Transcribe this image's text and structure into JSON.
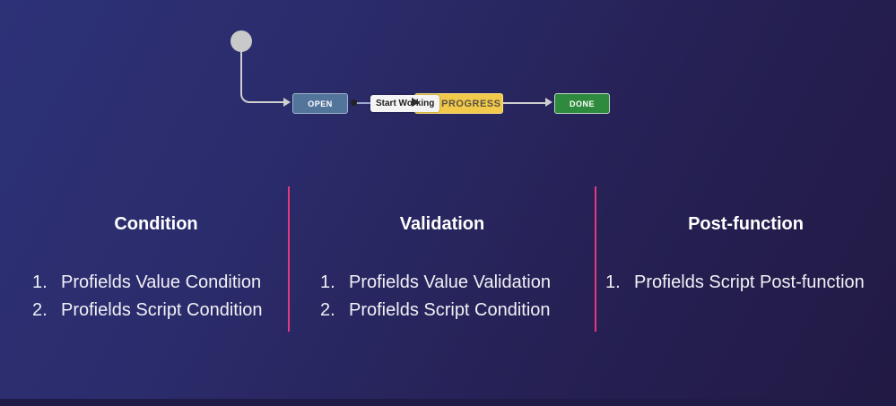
{
  "workflow": {
    "statuses": [
      {
        "label": "OPEN",
        "color": "#53749B"
      },
      {
        "label": "IN PROGRESS",
        "color": "#F2C94A"
      },
      {
        "label": "DONE",
        "color": "#2E8B3E"
      }
    ],
    "transitions": [
      {
        "label": "Start Working",
        "from": "OPEN",
        "to": "IN PROGRESS"
      }
    ]
  },
  "columns": [
    {
      "title": "Condition",
      "items": [
        {
          "num": "1.",
          "label": "Profields Value Condition"
        },
        {
          "num": "2.",
          "label": "Profields Script Condition"
        }
      ]
    },
    {
      "title": "Validation",
      "items": [
        {
          "num": "1.",
          "label": "Profields Value Validation"
        },
        {
          "num": "2.",
          "label": "Profields Script Condition"
        }
      ]
    },
    {
      "title": "Post-function",
      "items": [
        {
          "num": "1.",
          "label": "Profields Script Post-function"
        }
      ]
    }
  ],
  "colors": {
    "background_top_left": "#2D3177",
    "background_bottom_right": "#221944",
    "bottom_bar": "#201C48",
    "divider_pink": "#E23A7C",
    "status_open_bg": "#53749B",
    "status_in_progress_bg": "#F2C94A",
    "status_done_bg": "#2E8B3E",
    "start_node_gray": "#C9C9C9",
    "transition_label_bg": "#F4F4F4"
  }
}
